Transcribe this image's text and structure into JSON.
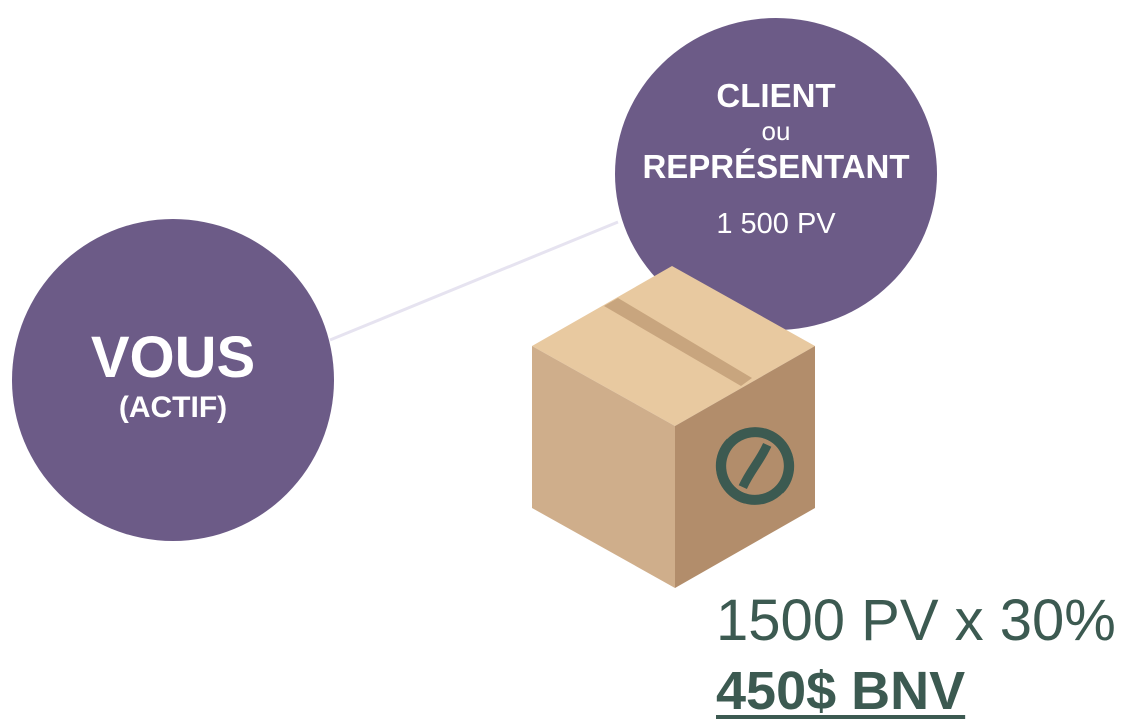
{
  "colors": {
    "node_fill": "#6c5b87",
    "connector": "#e6e3f0",
    "text_accent": "#3c5a51",
    "box_top": "#e8c9a0",
    "box_left": "#cfae8b",
    "box_right": "#b28d6b",
    "logo": "#3c5a51"
  },
  "you_node": {
    "title": "VOUS",
    "subtitle": "(ACTIF)"
  },
  "client_node": {
    "line1": "CLIENT",
    "connector_word": "ou",
    "line2": "REPRÉSENTANT",
    "pv": "1 500 PV"
  },
  "box": {
    "icon": "brand-logo-icon"
  },
  "calculation": {
    "formula": "1500 PV x 30%",
    "result": "450$ BNV"
  }
}
